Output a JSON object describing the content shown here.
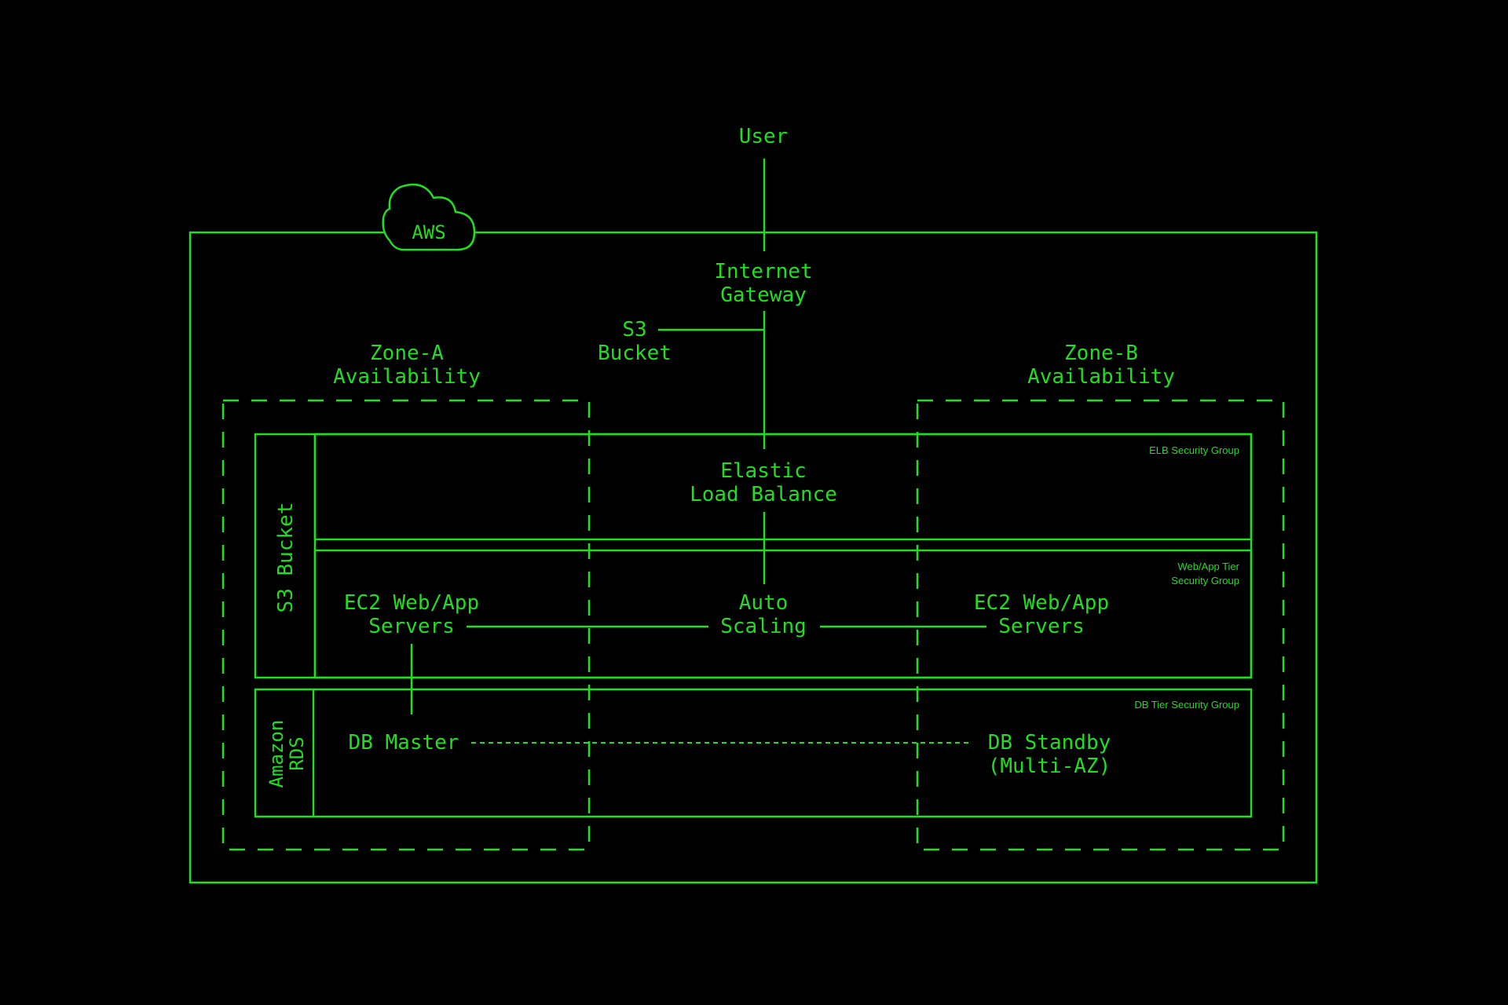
{
  "colors": {
    "background": "#000000",
    "line": "#22dd22",
    "text": "#22dd22"
  },
  "user": "User",
  "aws": "AWS",
  "internet_gateway": [
    "Internet",
    "Gateway"
  ],
  "s3_bucket_top": [
    "S3",
    "Bucket"
  ],
  "zone_a": [
    "Zone-A",
    "Availability"
  ],
  "zone_b": [
    "Zone-B",
    "Availability"
  ],
  "elb_security_group": "ELB Security Group",
  "elastic_load_balance": [
    "Elastic",
    "Load Balance"
  ],
  "web_app_tier_security_group": [
    "Web/App Tier",
    "Security Group"
  ],
  "s3_bucket_side": "S3 Bucket",
  "ec2_left": [
    "EC2 Web/App",
    "Servers"
  ],
  "auto_scaling": [
    "Auto",
    "Scaling"
  ],
  "ec2_right": [
    "EC2 Web/App",
    "Servers"
  ],
  "db_tier_security_group": "DB Tier Security Group",
  "amazon_rds": [
    "Amazon",
    "RDS"
  ],
  "db_master": "DB Master",
  "db_standby": [
    "DB Standby",
    "(Multi-AZ)"
  ]
}
